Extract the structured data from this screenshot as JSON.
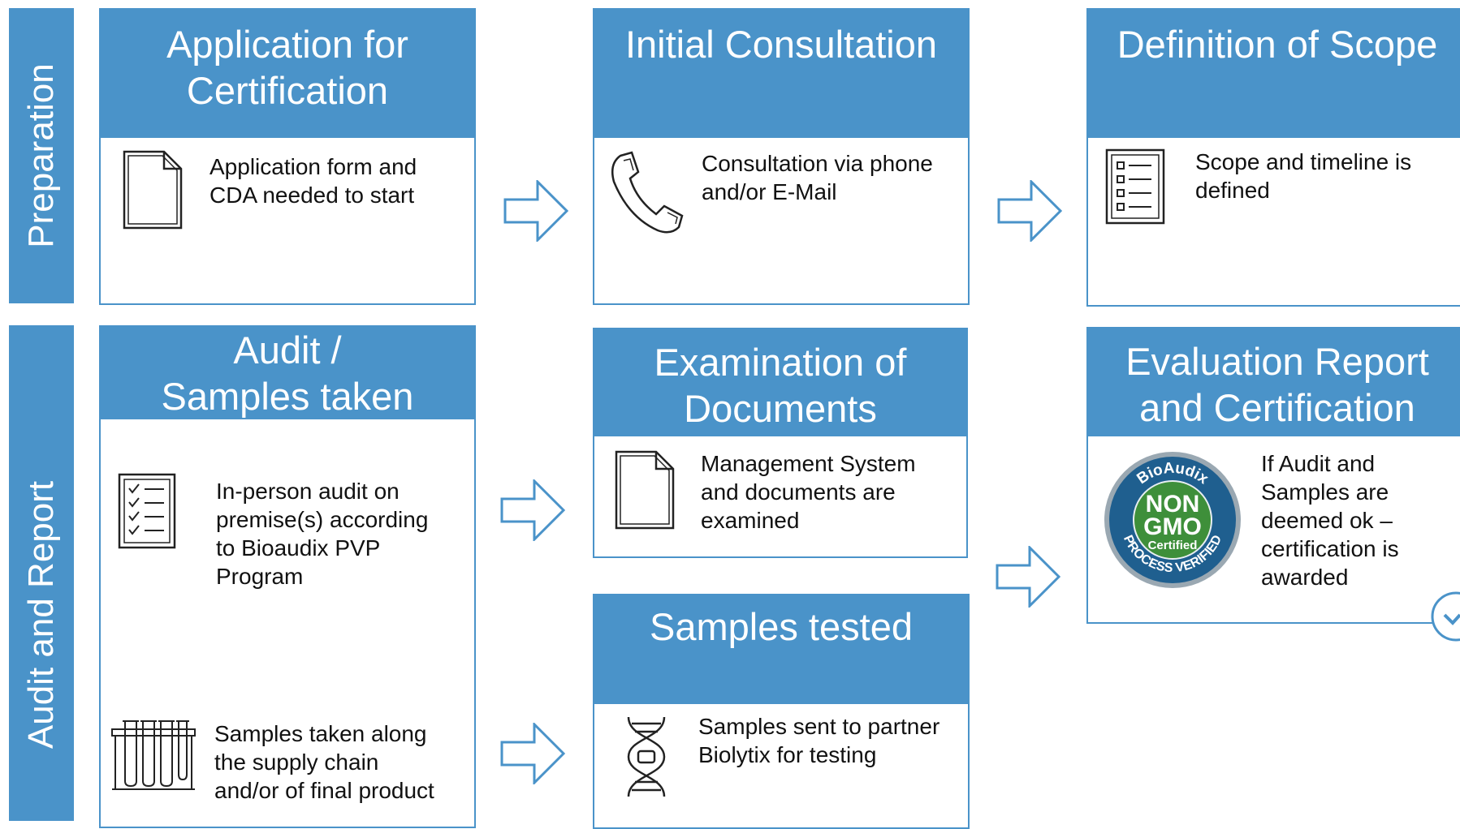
{
  "sections": {
    "preparation": "Preparation",
    "audit_report": "Audit and Report"
  },
  "cards": {
    "application": {
      "title_line1": "Application for",
      "title_line2": "Certification",
      "text_line1": "Application form and",
      "text_line2": "CDA needed to start"
    },
    "consultation": {
      "title": "Initial Consultation",
      "text_line1": "Consultation via phone",
      "text_line2": "and/or E-Mail"
    },
    "scope": {
      "title": "Definition of Scope",
      "text_line1": "Scope and timeline is",
      "text_line2": "defined"
    },
    "audit": {
      "title_line1": "Audit /",
      "title_line2": "Samples taken",
      "text1_line1": "In-person audit on",
      "text1_line2": "premise(s) according",
      "text1_line3": "to Bioaudix PVP",
      "text1_line4": "Program",
      "text2_line1": "Samples taken along",
      "text2_line2": "the supply chain",
      "text2_line3": "and/or of final product"
    },
    "examination": {
      "title_line1": "Examination of",
      "title_line2": "Documents",
      "text_line1": "Management System",
      "text_line2": "and documents are",
      "text_line3": "examined"
    },
    "samples_tested": {
      "title": "Samples tested",
      "text_line1": "Samples sent to partner",
      "text_line2": "Biolytix for testing"
    },
    "evaluation": {
      "title_line1": "Evaluation Report",
      "title_line2": "and Certification",
      "text_line1": "If Audit and",
      "text_line2": "Samples are",
      "text_line3": "deemed ok –",
      "text_line4": "certification is",
      "text_line5": "awarded"
    }
  },
  "seal": {
    "top": "BioAudix",
    "line1": "NON",
    "line2": "GMO",
    "line3": "Certified",
    "bottom": "PROCESS VERIFIED"
  },
  "colors": {
    "accent": "#4a93c9",
    "seal_blue": "#1f5f8f",
    "seal_green": "#3e8f3a"
  },
  "icons": [
    "document-icon",
    "phone-icon",
    "list-icon",
    "checklist-icon",
    "test-tubes-icon",
    "dna-icon",
    "seal-icon",
    "checkmark-circle-icon",
    "arrow-right-icon"
  ]
}
